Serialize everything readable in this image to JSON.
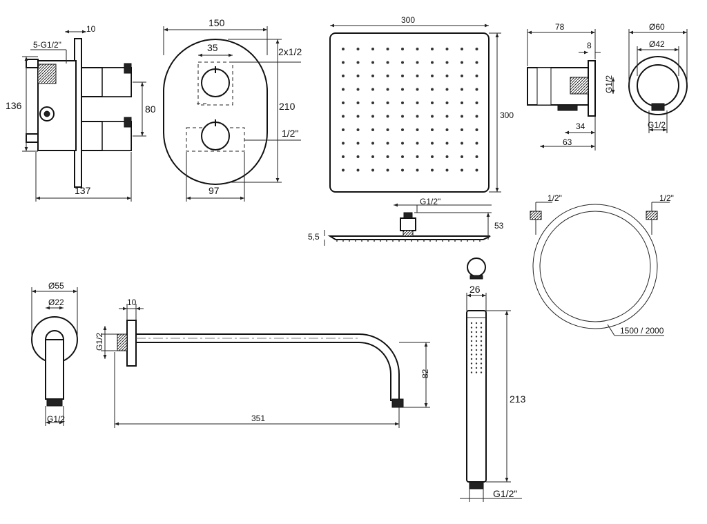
{
  "labels": {
    "mixer_thread": "5-G1/2\"",
    "mixer_plate_thk": "10",
    "mixer_height": "136",
    "mixer_spacing": "80",
    "mixer_depth": "137",
    "plate_width": "150",
    "plate_knob_dia": "35",
    "plate_outlets": "2x1/2",
    "plate_height": "210",
    "plate_inlet": "1/2\"",
    "plate_spacing": "97",
    "head_width": "300",
    "head_height": "300",
    "head_thread": "G1/2\"",
    "head_side_h": "53",
    "head_side_thk": "5,5",
    "holder_depth": "78",
    "holder_plate": "8",
    "holder_thread": "G1/2",
    "holder_proj": "34",
    "holder_total": "63",
    "elbow_outer": "Ø60",
    "elbow_inner": "Ø42",
    "elbow_thread": "G1/2",
    "hose_end_left": "1/2\"",
    "hose_end_right": "1/2\"",
    "hose_length": "1500 / 2000",
    "arm_front_outer": "Ø55",
    "arm_front_inner": "Ø22",
    "arm_front_thread": "G1/2",
    "arm_plate": "10",
    "arm_thread": "G1/2",
    "arm_drop": "82",
    "arm_length": "351",
    "hand_dia": "26",
    "hand_length": "213",
    "hand_thread": "G1/2\""
  }
}
